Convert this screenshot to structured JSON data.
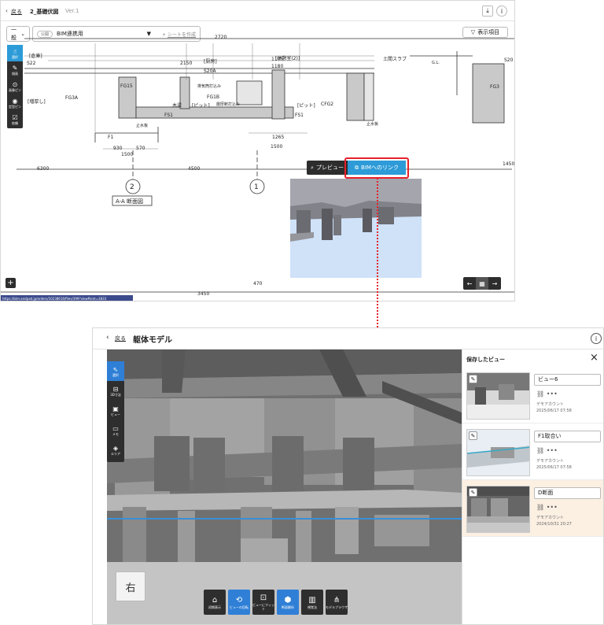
{
  "top": {
    "back_label": "戻る",
    "drawing_title": "2_基礎伏図",
    "version": "Ver.1",
    "filter_general": "一般",
    "visibility_badge": "公開",
    "filter_name": "BIM連携用",
    "add_sheet": "シートを作成",
    "display_items": "表示項目",
    "left_tools": [
      "選択",
      "描画",
      "画像ピン",
      "定型ピン",
      "依頼"
    ],
    "drawing_labels": [
      "2720",
      "[倉庫]",
      "[厨房]",
      "[休憩室(2)]",
      "土間スラブ",
      "S22",
      "S20A",
      "2150",
      "1105",
      "1180",
      "FG15",
      "FG1B",
      "FG3A",
      "[ピット]",
      "[ピット]",
      "[増厚し]",
      "木梁",
      "CFG2",
      "FG3",
      "S20",
      "FS1",
      "FS1",
      "F1",
      "930",
      "570",
      "1500",
      "1265",
      "1500",
      "6300",
      "4500",
      "1450",
      "3450",
      "470",
      "A-A 断面図",
      "2",
      "1",
      "排気筒打込み",
      "層厚断打込み",
      "止水板",
      "止水板",
      "G.L."
    ],
    "preview_label": "プレビュー",
    "bim_link_label": "BIMへのリンク",
    "status_url": "https://bim.andpad.jp/orders/10238616/files/399?viewPoint=3833"
  },
  "bottom": {
    "back_label": "戻る",
    "title": "躯体モデル",
    "tools": [
      "選択",
      "3D寸法",
      "ビュー",
      "メモ",
      "エリア"
    ],
    "view_cube_label": "右",
    "bottom_buttons": [
      {
        "label": "初期表示",
        "icon": "home-icon",
        "active": false
      },
      {
        "label": "ビューの回転",
        "icon": "rotate-icon",
        "active": true
      },
      {
        "label": "ビューにフィット",
        "icon": "fit-icon",
        "active": false
      },
      {
        "label": "断面解析",
        "icon": "section-icon",
        "active": true
      },
      {
        "label": "視覚法",
        "icon": "visual-icon",
        "active": false
      },
      {
        "label": "モデルブラウザ",
        "icon": "tree-icon",
        "active": false
      }
    ],
    "saved_views_title": "保存したビュー",
    "saved_views": [
      {
        "name": "ビュー6",
        "user": "デモアカウント",
        "date": "2025/06/17 07:58",
        "selected": false
      },
      {
        "name": "F1取合い",
        "user": "デモアカウント",
        "date": "2025/06/17 07:58",
        "selected": false
      },
      {
        "name": "D断面",
        "user": "デモアカウント",
        "date": "2024/10/31 20:27",
        "selected": true
      }
    ]
  },
  "colors": {
    "accent_blue": "#2d9bd8",
    "highlight_red": "#e5212b",
    "dark_toolbar": "#2e2e2e",
    "selected_card": "#fcf0e3"
  }
}
